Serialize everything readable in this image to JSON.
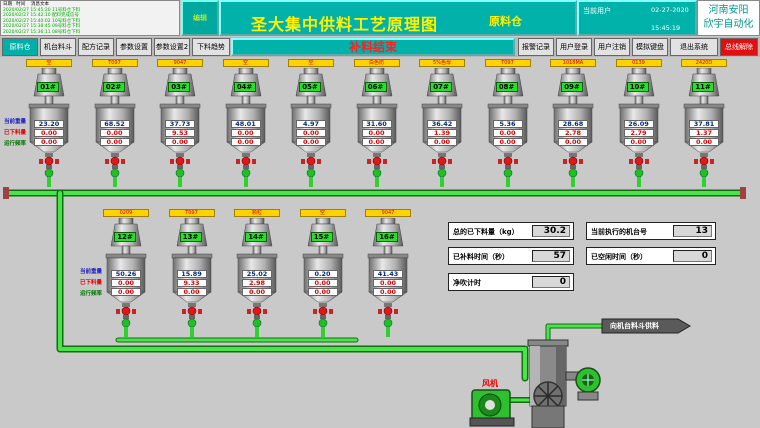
{
  "header": {
    "alarm_log": {
      "columns": [
        "日期",
        "时间",
        "消息文本"
      ],
      "rows": [
        [
          "2020/02/27",
          "15:45:20",
          "11号料仓下料"
        ],
        [
          "2020/02/27",
          "15:42:10",
          "配料完成信号"
        ],
        [
          "2020/02/27",
          "15:40:02",
          "10号料仓下料"
        ],
        [
          "2020/02/27",
          "15:38:45",
          "09号料仓下料"
        ],
        [
          "2020/02/27",
          "15:36:11",
          "08号料仓下料"
        ]
      ]
    },
    "edit_label": "编辑",
    "title": "圣大集中供料工艺原理图",
    "subtitle": "原料仓",
    "user_label": "当前用户",
    "date": "02-27-2020",
    "time": "15:45:19",
    "company_line1": "河南安阳",
    "company_line2": "欣宇自动化"
  },
  "nav": {
    "left": [
      "原料仓",
      "机台料斗",
      "配方记录",
      "参数设置",
      "参数设置2",
      "下料趋势"
    ],
    "active_index": 0,
    "banner": "补料结束",
    "right": [
      "报警记录",
      "用户登录",
      "用户注销",
      "模拟键盘",
      "退出系统",
      "总线解除"
    ]
  },
  "legend": {
    "current_weight": "当前重量",
    "fed_amount": "已下料量",
    "run_freq": "运行频率"
  },
  "hoppers_row1": [
    {
      "label": "空",
      "num": "01#",
      "v1": "23.20",
      "v2": "0.00",
      "v3": "0.00"
    },
    {
      "label": "T097",
      "num": "02#",
      "v1": "68.52",
      "v2": "0.00",
      "v3": "0.00"
    },
    {
      "label": "9047",
      "num": "03#",
      "v1": "37.73",
      "v2": "9.53",
      "v3": "0.00"
    },
    {
      "label": "空",
      "num": "04#",
      "v1": "48.01",
      "v2": "0.00",
      "v3": "0.00"
    },
    {
      "label": "空",
      "num": "05#",
      "v1": "4.97",
      "v2": "0.00",
      "v3": "0.00"
    },
    {
      "label": "白色防",
      "num": "06#",
      "v1": "31.60",
      "v2": "0.00",
      "v3": "0.00"
    },
    {
      "label": "5%色母",
      "num": "07#",
      "v1": "36.42",
      "v2": "1.39",
      "v3": "0.00"
    },
    {
      "label": "T097",
      "num": "08#",
      "v1": "5.36",
      "v2": "0.00",
      "v3": "0.00"
    },
    {
      "label": "1018MA",
      "num": "09#",
      "v1": "28.68",
      "v2": "2.78",
      "v3": "0.00"
    },
    {
      "label": "0139",
      "num": "10#",
      "v1": "26.09",
      "v2": "2.79",
      "v3": "0.00"
    },
    {
      "label": "2420D",
      "num": "11#",
      "v1": "37.81",
      "v2": "1.37",
      "v3": "0.00"
    }
  ],
  "hoppers_row2": [
    {
      "label": "0209",
      "num": "12#",
      "v1": "50.26",
      "v2": "0.00",
      "v3": "0.00"
    },
    {
      "label": "T097",
      "num": "13#",
      "v1": "15.89",
      "v2": "9.33",
      "v3": "0.00"
    },
    {
      "label": "颗粒",
      "num": "14#",
      "v1": "25.02",
      "v2": "2.98",
      "v3": "0.00"
    },
    {
      "label": "空",
      "num": "15#",
      "v1": "0.20",
      "v2": "0.00",
      "v3": "0.00"
    },
    {
      "label": "9047",
      "num": "16#",
      "v1": "41.43",
      "v2": "0.00",
      "v3": "0.00"
    }
  ],
  "stats": {
    "total_label": "总的已下料量（kg）",
    "total_value": "30.2",
    "feed_time_label": "已补料时间（秒）",
    "feed_time_value": "57",
    "purge_label": "净吹计时",
    "purge_value": "0",
    "machine_label": "当前执行的机台号",
    "machine_value": "13",
    "idle_label": "已空闲时间（秒）",
    "idle_value": "0"
  },
  "flow": {
    "arrow_text": "向机台料斗供料",
    "fan_label": "风机"
  },
  "colors": {
    "teal": "#00b2aa",
    "pipe_green": "#2fd02f",
    "label_yellow": "#ffd200",
    "banner_red": "#ff2020"
  }
}
